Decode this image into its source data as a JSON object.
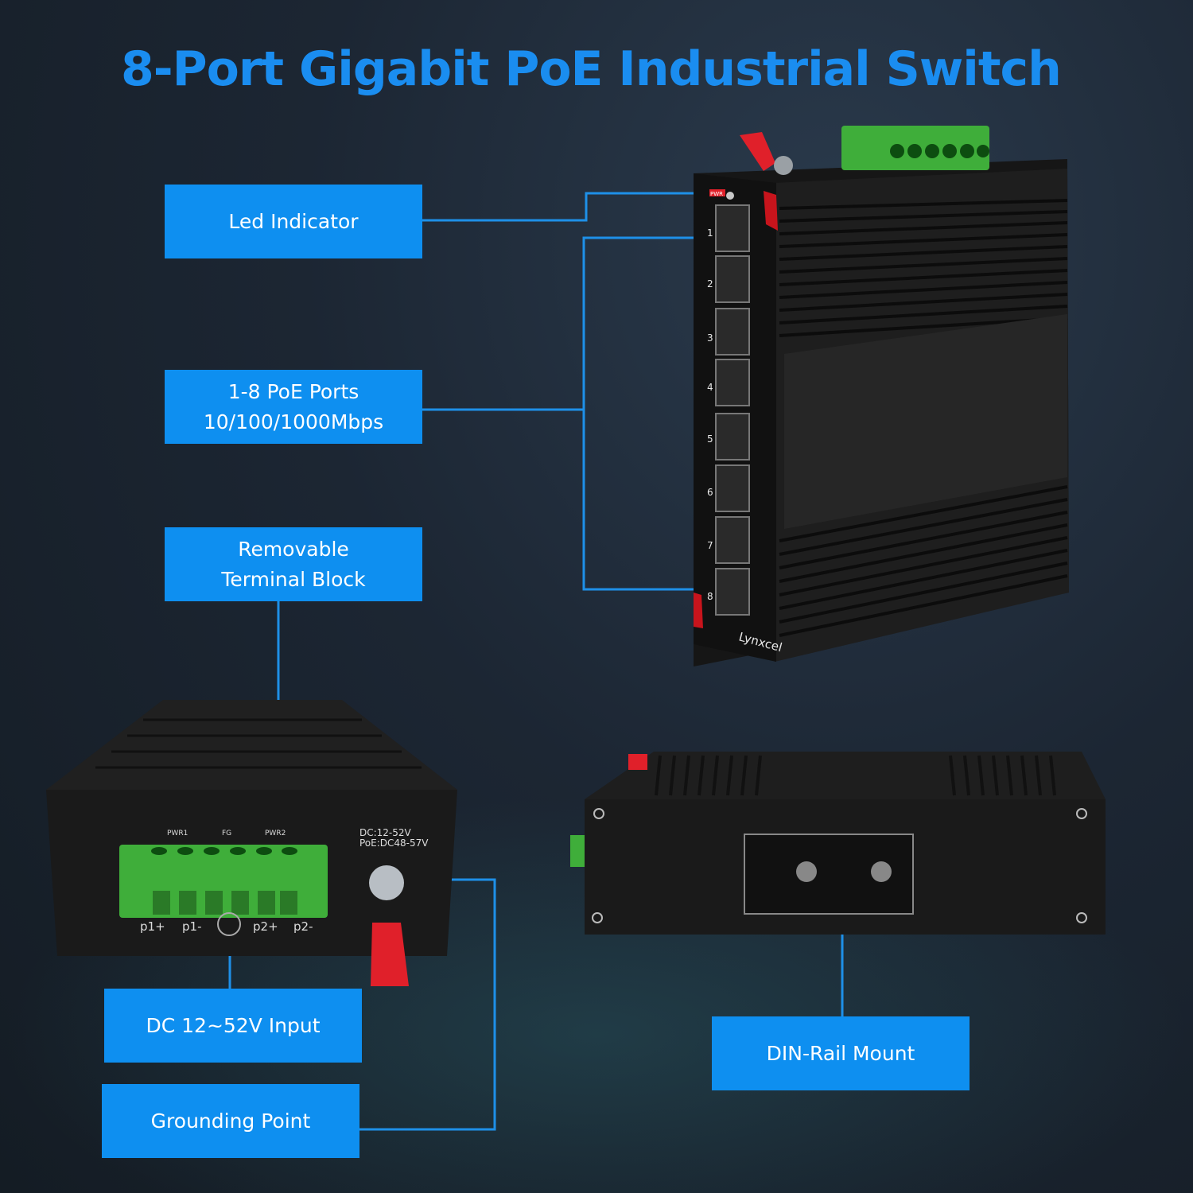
{
  "title": "8-Port Gigabit PoE Industrial Switch",
  "labels": {
    "led_indicator": "Led Indicator",
    "poe_ports_line1": "1-8 PoE Ports",
    "poe_ports_line2": "10/100/1000Mbps",
    "terminal_block_line1": "Removable",
    "terminal_block_line2": "Terminal Block",
    "dc_input": "DC 12~52V Input",
    "grounding": "Grounding Point",
    "din_rail": "DIN-Rail Mount"
  },
  "device": {
    "brand": "Lynxcel",
    "pwr_led": "PWR",
    "port_numbers": [
      "1",
      "2",
      "3",
      "4",
      "5",
      "6",
      "7",
      "8"
    ],
    "terminal_pwr1": "PWR1",
    "terminal_fg": "FG",
    "terminal_pwr2": "PWR2",
    "voltage_dc": "DC:12-52V",
    "voltage_poe": "PoE:DC48-57V",
    "pins": [
      "p1+",
      "p1-",
      "p2+",
      "p2-"
    ]
  },
  "colors": {
    "accent": "#0e8ff0",
    "title": "#1a8df0",
    "line": "#1e90e8",
    "device_body": "#1b1b1b",
    "terminal_green": "#3fae3a",
    "terminal_red": "#e0202a"
  }
}
